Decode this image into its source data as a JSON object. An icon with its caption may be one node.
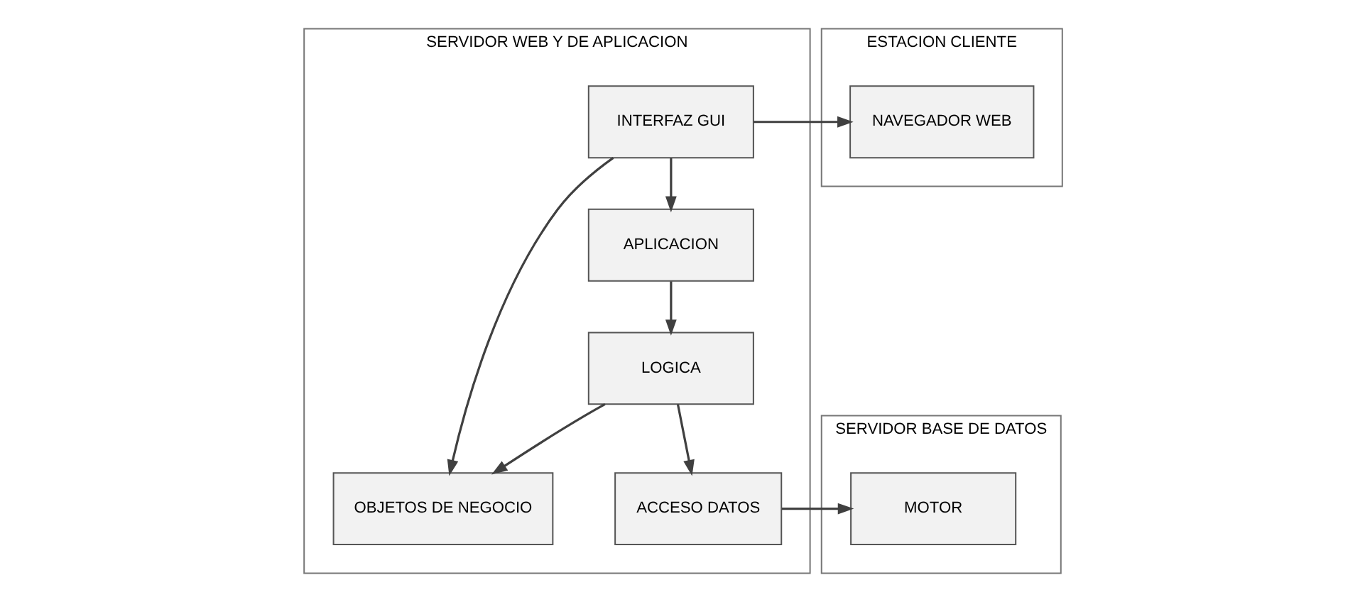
{
  "diagram": {
    "nodes": [
      {
        "text": [
          "SERVIDOR WEB Y DE APLICACION"
        ]
      },
      {
        "text": [
          "INTERFAZ GUI"
        ],
        "in": 0
      },
      {
        "text": [
          "OBJETOS DE NEGOCIO"
        ],
        "in": 0
      },
      {
        "text": [
          "APLICACION"
        ],
        "in": 0
      },
      {
        "text": [
          "ACCESO DATOS"
        ],
        "in": 0
      },
      {
        "text": [
          "LOGICA"
        ],
        "in": 0
      },
      {
        "text": [
          "ESTACION CLIENTE"
        ]
      },
      {
        "text": [
          "NAVEGADOR WEB"
        ],
        "in": 6
      },
      {
        "text": [
          "SERVIDOR BASE DE DATOS"
        ]
      },
      {
        "text": [
          "MOTOR"
        ],
        "in": 8
      }
    ],
    "edges": [
      {
        "from": 1,
        "to": 2,
        "arrow": "to"
      },
      {
        "from": 1,
        "to": 3,
        "arrow": "to"
      },
      {
        "from": 1,
        "to": 7,
        "arrow": "to"
      },
      {
        "from": 3,
        "to": 5,
        "arrow": "to"
      },
      {
        "from": 5,
        "to": 2,
        "arrow": "to"
      },
      {
        "from": 5,
        "to": 4,
        "arrow": "to"
      },
      {
        "from": 4,
        "to": 9,
        "arrow": "to"
      }
    ]
  }
}
